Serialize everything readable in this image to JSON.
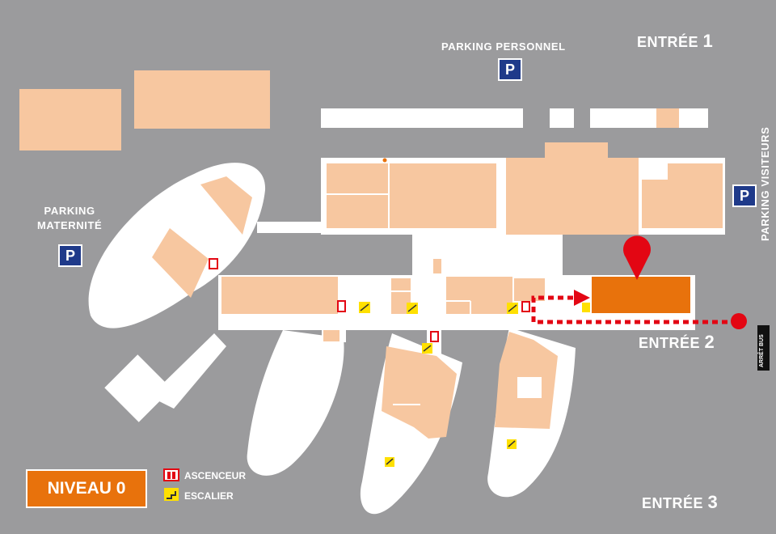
{
  "entrances": {
    "e1": {
      "word": "ENTRÉE",
      "num": "1"
    },
    "e2": {
      "word": "ENTRÉE",
      "num": "2"
    },
    "e3": {
      "word": "ENTRÉE",
      "num": "3"
    }
  },
  "parking": {
    "personnel": "PARKING PERSONNEL",
    "maternite_line1": "PARKING",
    "maternite_line2": "MATERNITÉ",
    "visiteurs": "PARKING VISITEURS",
    "symbol": "P"
  },
  "bus_stop": "ARRÊT BUS",
  "level": "NIVEAU 0",
  "legend": {
    "elevator": "ASCENCEUR",
    "stairs": "ESCALIER"
  },
  "icons": {
    "elevator": "elevator-icon",
    "stairs": "stairs-icon",
    "destination": "location-pin-icon",
    "route": "dotted-route-arrow"
  },
  "colors": {
    "background": "#9b9b9d",
    "building": "#f7c7a0",
    "destination": "#e8720c",
    "route": "#e30613",
    "parking": "#1f3a8a",
    "level_badge": "#e8720c",
    "stairs": "#ffe000"
  }
}
